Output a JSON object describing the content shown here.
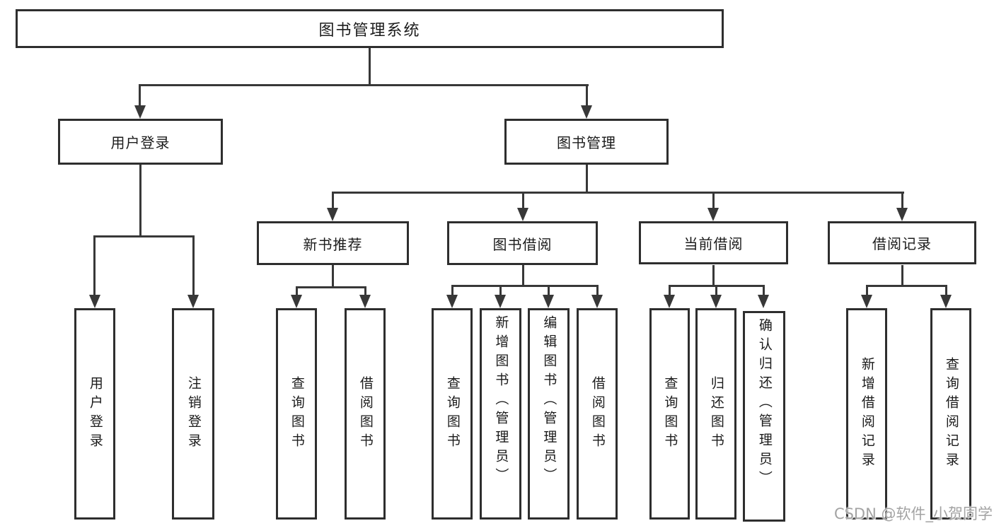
{
  "diagram": {
    "root": {
      "label": "图书管理系统"
    },
    "level2": [
      {
        "label": "用户登录",
        "children": [
          {
            "label": "用户登录"
          },
          {
            "label": "注销登录"
          }
        ]
      },
      {
        "label": "图书管理",
        "children": [
          {
            "label": "新书推荐",
            "children": [
              {
                "label": "查询图书"
              },
              {
                "label": "借阅图书"
              }
            ]
          },
          {
            "label": "图书借阅",
            "children": [
              {
                "label": "查询图书"
              },
              {
                "label": "新增图书（管理员）"
              },
              {
                "label": "编辑图书（管理员）"
              },
              {
                "label": "借阅图书"
              }
            ]
          },
          {
            "label": "当前借阅",
            "children": [
              {
                "label": "查询图书"
              },
              {
                "label": "归还图书"
              },
              {
                "label": "确认归还（管理员）"
              }
            ]
          },
          {
            "label": "借阅记录",
            "children": [
              {
                "label": "新增借阅记录"
              },
              {
                "label": "查询借阅记录"
              }
            ]
          }
        ]
      }
    ]
  },
  "watermark": {
    "text": "CSDN @软件_小贺同学"
  },
  "colors": {
    "line": "#383838",
    "box_border": "#2e2e2e",
    "text": "#1b1b1b",
    "background": "#ffffff",
    "watermark": "#a3a3a3"
  }
}
